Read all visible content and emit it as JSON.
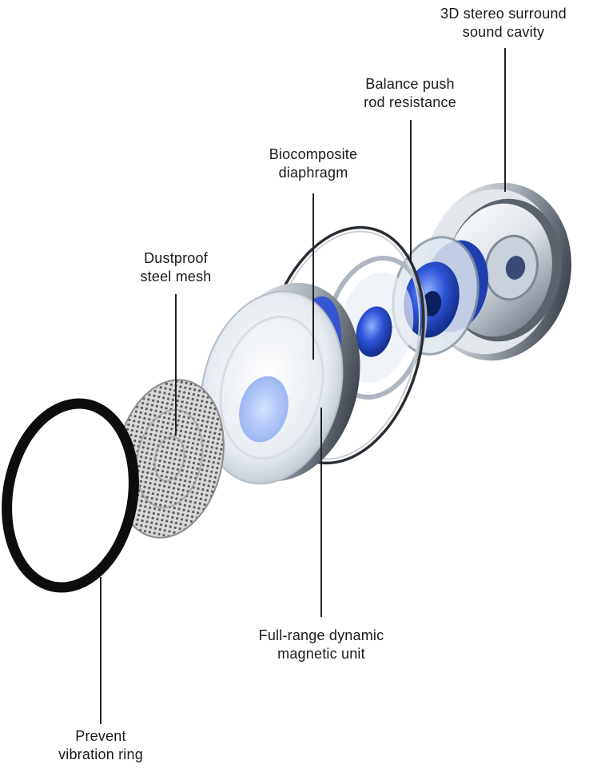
{
  "labels": {
    "surround_cavity": {
      "line1": "3D stereo surround",
      "line2": "sound cavity"
    },
    "push_rod": {
      "line1": "Balance push",
      "line2": "rod resistance"
    },
    "diaphragm": {
      "line1": "Biocomposite",
      "line2": "diaphragm"
    },
    "steel_mesh": {
      "line1": "Dustproof",
      "line2": "steel mesh"
    },
    "magnetic_unit": {
      "line1": "Full-range dynamic",
      "line2": "magnetic unit"
    },
    "vibration_ring": {
      "line1": "Prevent",
      "line2": "vibration ring"
    }
  },
  "colors": {
    "accent_blue": "#2b4fd6",
    "metal_light": "#e9edf2",
    "metal_dark": "#6b7480",
    "ring_black": "#0d0d0d",
    "leader_line": "#222222"
  },
  "components": [
    "vibration-ring",
    "steel-mesh",
    "diaphragm-plate",
    "thin-ring",
    "magnetic-unit",
    "push-rod",
    "surround-cavity"
  ]
}
